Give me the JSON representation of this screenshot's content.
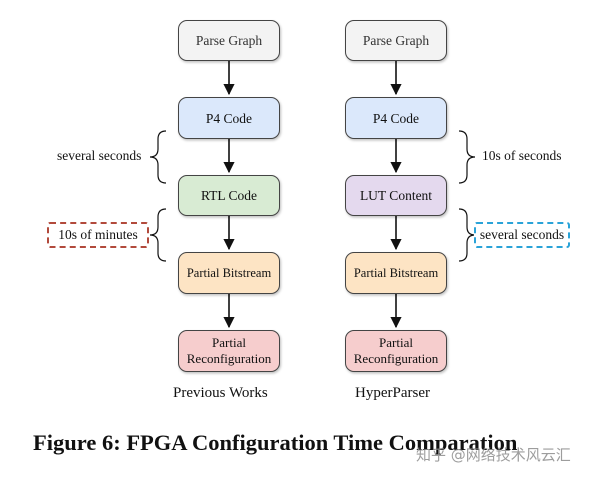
{
  "left": {
    "title": "Previous Works",
    "steps": [
      "Parse Graph",
      "P4 Code",
      "RTL Code",
      "Partial Bitstream",
      "Partial\nReconfiguration"
    ],
    "brace_1_label": "several seconds",
    "brace_2_label": "10s of minutes"
  },
  "right": {
    "title": "HyperParser",
    "steps": [
      "Parse Graph",
      "P4 Code",
      "LUT Content",
      "Partial Bitstream",
      "Partial\nReconfiguration"
    ],
    "brace_1_label": "10s of seconds",
    "brace_2_label": "several seconds"
  },
  "caption": "Figure 6: FPGA Configuration Time Comparation",
  "watermark": "知乎 @网络技术风云汇",
  "colors": {
    "gray": "#f3f3f3",
    "blue": "#dbe8fb",
    "green": "#d8ebd3",
    "purple": "#e4d9ee",
    "orange": "#fde4c4",
    "red": "#f6cdcd",
    "dash_red": "#b24a3c",
    "dash_blue": "#2aa3d8"
  }
}
